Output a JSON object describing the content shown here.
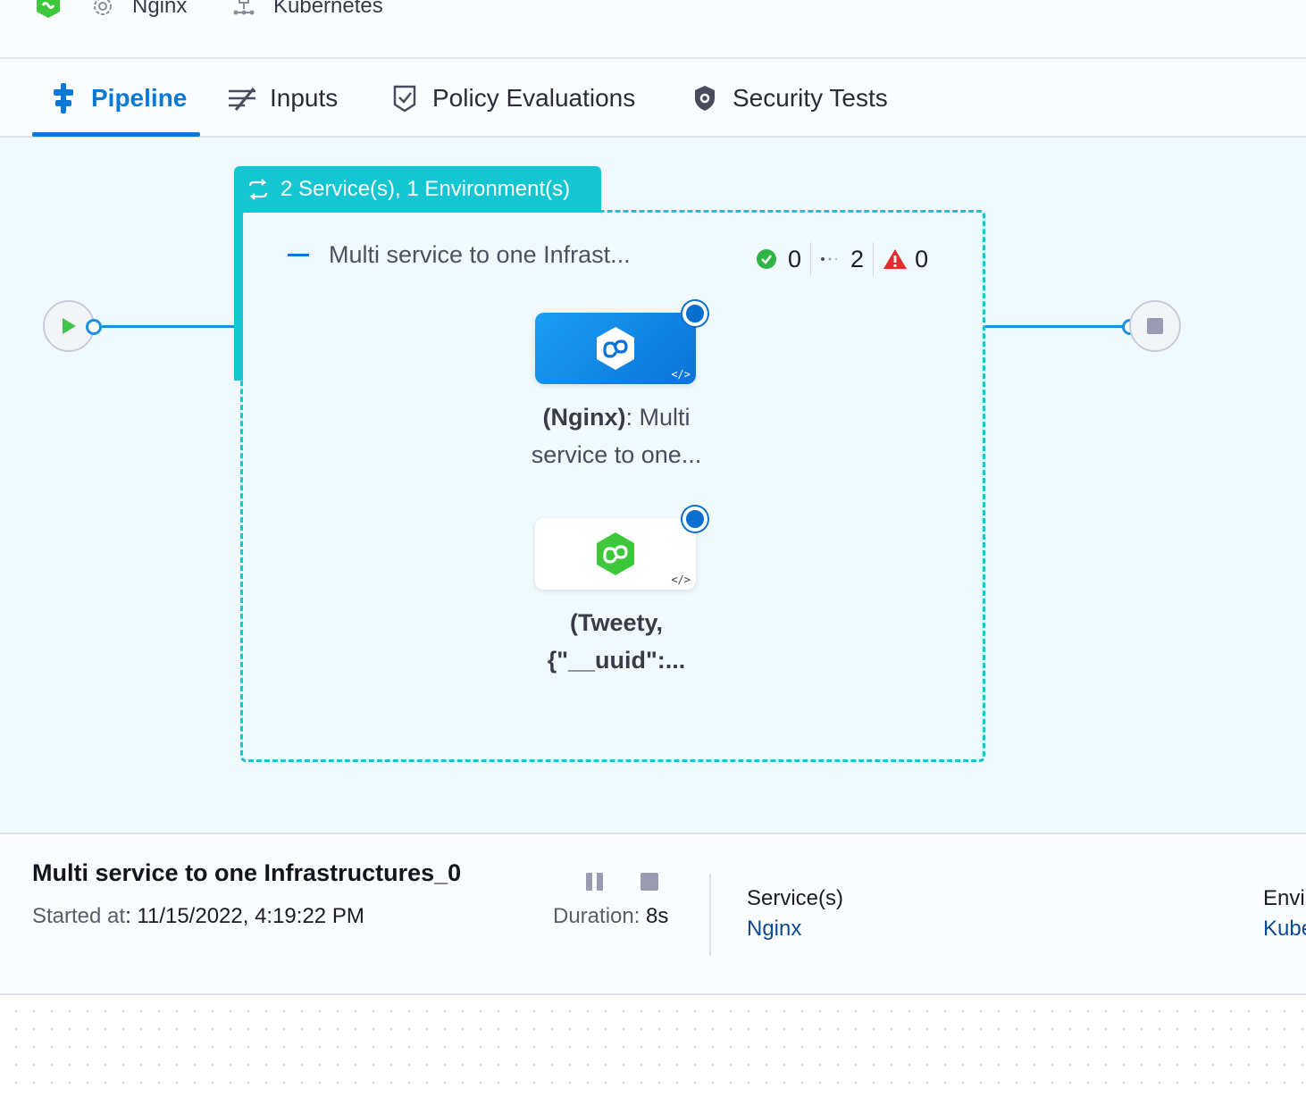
{
  "topbar": {
    "service_chip": "Nginx",
    "infra_chip": "Kubernetes"
  },
  "tabs": [
    {
      "label": "Pipeline",
      "icon": "pipeline-icon",
      "active": true
    },
    {
      "label": "Inputs",
      "icon": "inputs-icon",
      "active": false
    },
    {
      "label": "Policy Evaluations",
      "icon": "policy-check-icon",
      "active": false
    },
    {
      "label": "Security Tests",
      "icon": "shield-icon",
      "active": false
    }
  ],
  "pipeline": {
    "group_label": "2 Service(s), 1 Environment(s)",
    "stage_title": "Multi service to one Infrast...",
    "counts": {
      "success": "0",
      "running": "2",
      "failed": "0"
    },
    "steps": [
      {
        "name_prefix": "(Nginx)",
        "name_suffix": ": Multi",
        "line2": "service to one...",
        "status": "running"
      },
      {
        "line1": "(Tweety,",
        "line2": "{\"__uuid\":...",
        "status": "waiting"
      }
    ]
  },
  "details": {
    "title": "Multi service to one Infrastructures_0",
    "started_label": "Started at",
    "started_value": ": 11/15/2022, 4:19:22 PM",
    "duration_label": "Duration:",
    "duration_value": " 8s",
    "services_heading": "Service(s)",
    "services_value": "Nginx",
    "env_heading": "Envi",
    "env_value": "Kube"
  },
  "colors": {
    "accent": "#0b78d6",
    "group": "#14c6d1",
    "success": "#2fb344",
    "failed": "#e22b2b",
    "canvas": "#f0fafd"
  }
}
